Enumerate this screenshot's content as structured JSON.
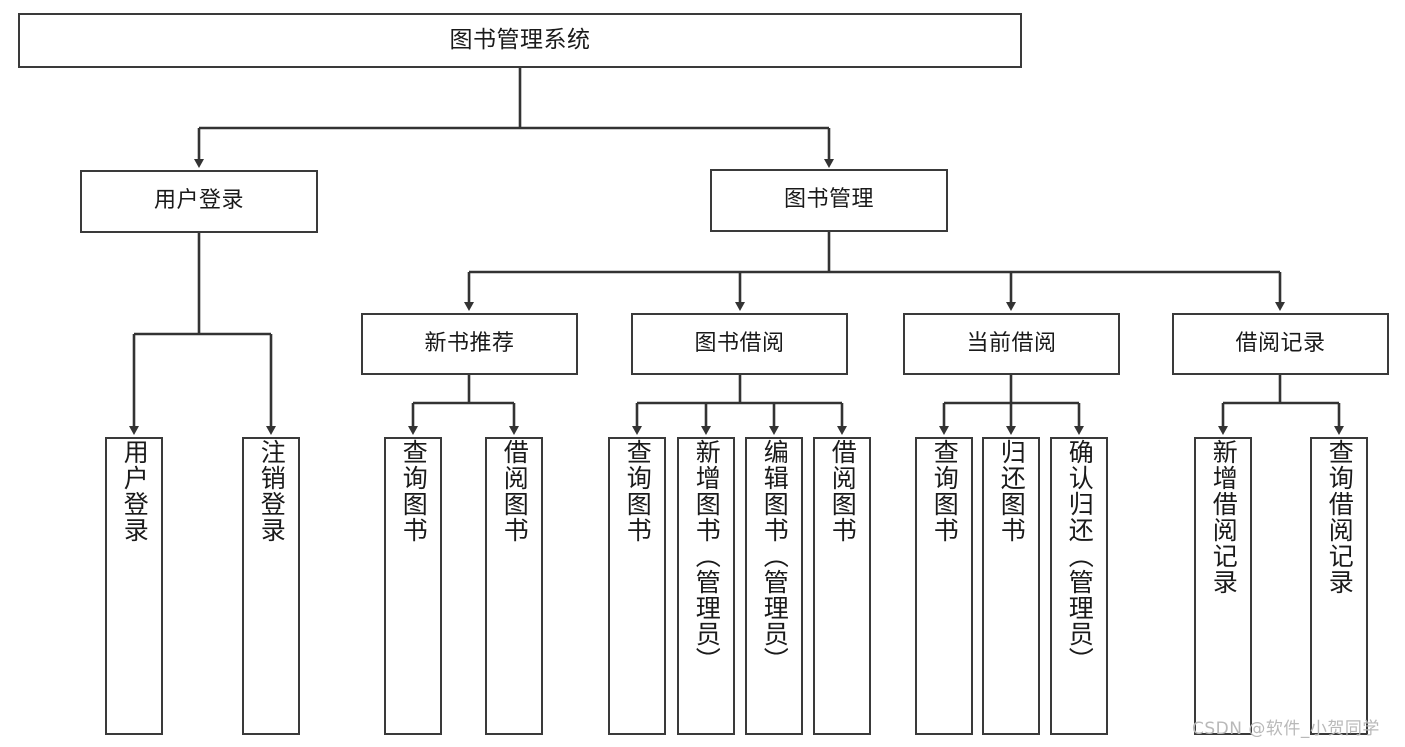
{
  "diagram": {
    "title": "图书管理系统",
    "type": "tree-hierarchy-chart",
    "root": {
      "label": "图书管理系统"
    },
    "level2": [
      {
        "label": "用户登录"
      },
      {
        "label": "图书管理"
      }
    ],
    "level3": [
      {
        "label": "新书推荐"
      },
      {
        "label": "图书借阅"
      },
      {
        "label": "当前借阅"
      },
      {
        "label": "借阅记录"
      }
    ],
    "leaves": {
      "user_login": [
        {
          "label": "用户登录"
        },
        {
          "label": "注销登录"
        }
      ],
      "new_book_recommend": [
        {
          "label": "查询图书"
        },
        {
          "label": "借阅图书"
        }
      ],
      "book_borrow": [
        {
          "label": "查询图书"
        },
        {
          "label": "新增图书（管理员）"
        },
        {
          "label": "编辑图书（管理员）"
        },
        {
          "label": "借阅图书"
        }
      ],
      "current_borrow": [
        {
          "label": "查询图书"
        },
        {
          "label": "归还图书"
        },
        {
          "label": "确认归还（管理员）"
        }
      ],
      "borrow_record": [
        {
          "label": "新增借阅记录"
        },
        {
          "label": "查询借阅记录"
        }
      ]
    }
  },
  "watermark": {
    "text": "CSDN @软件_小贺同学"
  },
  "colors": {
    "node_border": "#3a3a3a",
    "node_fill": "#ffffff",
    "edge": "#333333",
    "text": "#1a1a1a",
    "watermark": "#b9b9b9",
    "background": "#ffffff"
  }
}
